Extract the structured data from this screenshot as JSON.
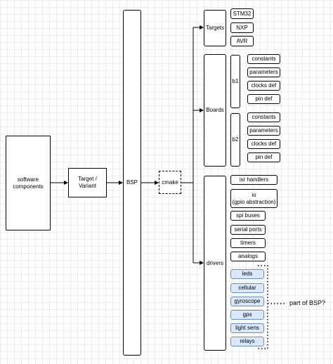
{
  "nodes": {
    "software_components": "software\ncomponents",
    "target_variant": "Target /\nVariant",
    "bsp": "BSP",
    "cmake": "cmake",
    "targets": "Targets",
    "stm32": "STM32",
    "nxp": "NXP",
    "avr": "AVR",
    "boards": "Boards",
    "b1": "b1",
    "b2": "b2",
    "b1_items": [
      "constants",
      "parameters",
      "clocks def",
      "pin def"
    ],
    "b2_items": [
      "constants",
      "parameters",
      "clocks def",
      "pin def"
    ],
    "drivers": "drivers",
    "driver_items": [
      "isr handlers",
      "io\n(gpio abstraction)",
      "spi buses",
      "serial ports",
      "timers",
      "analogs"
    ],
    "optional_items": [
      "leds",
      "cellular",
      "gyroscope",
      "gps",
      "light sens",
      "relays"
    ]
  },
  "annotation": "part of BSP?",
  "colors": {
    "optional_fill": "#dae8fc",
    "optional_stroke": "#6c8ebf"
  }
}
